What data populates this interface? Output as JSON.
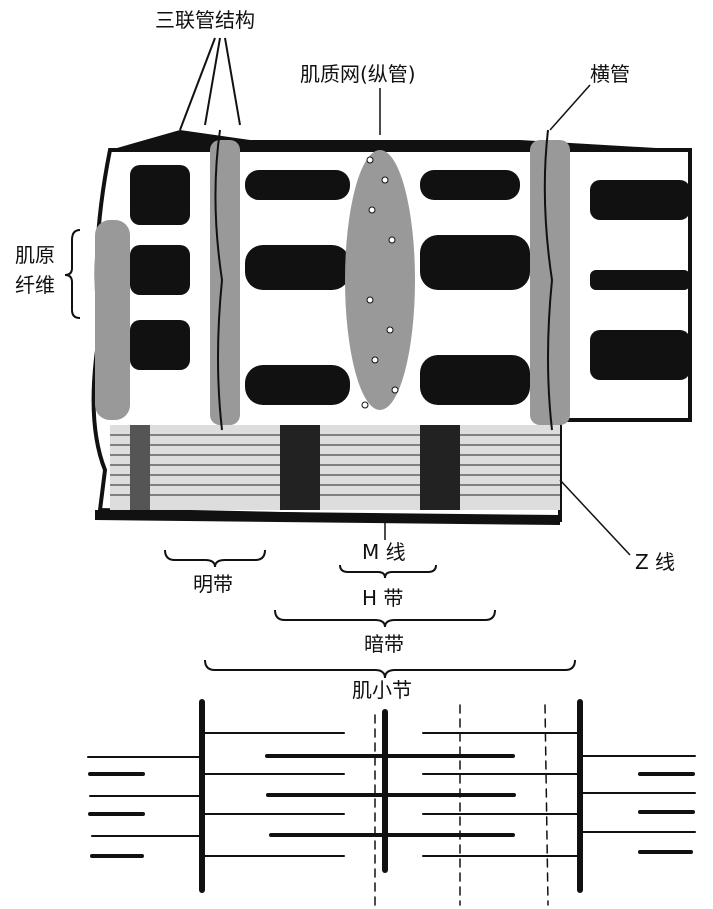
{
  "labels": {
    "triad": "三联管结构",
    "sarcoplasmic_reticulum": "肌质网(纵管)",
    "t_tubule": "横管",
    "myofibril_line1": "肌原",
    "myofibril_line2": "纤维",
    "z_line": "Z 线",
    "m_line": "M 线",
    "i_band": "明带",
    "h_band": "H 带",
    "a_band": "暗带",
    "sarcomere": "肌小节"
  }
}
